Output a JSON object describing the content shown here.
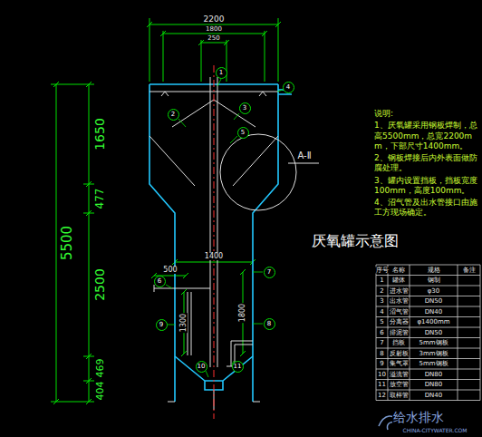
{
  "diagram": {
    "title": "厌氧罐示意图",
    "nodes": [
      {
        "text": [
          "1"
        ]
      },
      {
        "text": [
          "2"
        ]
      },
      {
        "text": [
          "3"
        ]
      },
      {
        "text": [
          "4"
        ]
      },
      {
        "text": [
          "5"
        ]
      },
      {
        "text": [
          "6"
        ]
      },
      {
        "text": [
          "7"
        ]
      },
      {
        "text": [
          "8"
        ]
      },
      {
        "text": [
          "9"
        ]
      },
      {
        "text": [
          "10"
        ]
      },
      {
        "text": [
          "11"
        ]
      }
    ],
    "labels": [
      "2200",
      "1800",
      "250",
      "1650",
      "477",
      "5500",
      "2500",
      "469",
      "404",
      "500",
      "1400",
      "1300",
      "1800",
      "A-Ⅱ",
      "说明:",
      "1、厌氧罐采用钢板焊制，总高5500mm，总宽2200mm，下部尺寸1400mm。",
      "2、钢板焊接后内外表面做防腐处理。",
      "3、罐内设置挡板，挡板宽度100mm，高度100mm。",
      "4、沼气管及出水管接口由施工方现场确定。",
      "序号",
      "名称",
      "规格",
      "备注",
      "1",
      "罐体",
      "钢制",
      "2",
      "进水管",
      "φ30",
      "3",
      "出水管",
      "DN50",
      "4",
      "沼气管",
      "DN40",
      "5",
      "分离器",
      "φ1400mm",
      "6",
      "排泥管",
      "DN50",
      "7",
      "挡板",
      "5mm钢板",
      "8",
      "反射板",
      "3mm钢板",
      "9",
      "集气罩",
      "5mm钢板",
      "10",
      "溢流管",
      "DN80",
      "11",
      "放空管",
      "DN80",
      "12",
      "取样管",
      "DN40",
      "给水排水",
      "CHINA-CITYWATER.COM"
    ]
  }
}
